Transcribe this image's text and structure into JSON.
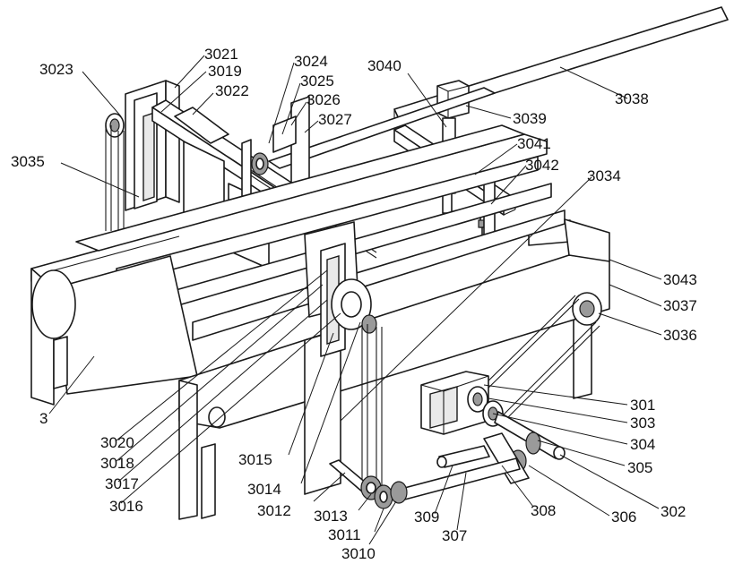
{
  "labels": [
    {
      "id": "3023",
      "text": "3023"
    },
    {
      "id": "3021",
      "text": "3021"
    },
    {
      "id": "3019",
      "text": "3019"
    },
    {
      "id": "3022",
      "text": "3022"
    },
    {
      "id": "3024",
      "text": "3024"
    },
    {
      "id": "3025",
      "text": "3025"
    },
    {
      "id": "3026",
      "text": "3026"
    },
    {
      "id": "3027",
      "text": "3027"
    },
    {
      "id": "3040",
      "text": "3040"
    },
    {
      "id": "3038",
      "text": "3038"
    },
    {
      "id": "3039",
      "text": "3039"
    },
    {
      "id": "3041",
      "text": "3041"
    },
    {
      "id": "3042",
      "text": "3042"
    },
    {
      "id": "3034",
      "text": "3034"
    },
    {
      "id": "3035",
      "text": "3035"
    },
    {
      "id": "3043",
      "text": "3043"
    },
    {
      "id": "3037",
      "text": "3037"
    },
    {
      "id": "3036",
      "text": "3036"
    },
    {
      "id": "301",
      "text": "301"
    },
    {
      "id": "303",
      "text": "303"
    },
    {
      "id": "304",
      "text": "304"
    },
    {
      "id": "305",
      "text": "305"
    },
    {
      "id": "302",
      "text": "302"
    },
    {
      "id": "306",
      "text": "306"
    },
    {
      "id": "308",
      "text": "308"
    },
    {
      "id": "307",
      "text": "307"
    },
    {
      "id": "309",
      "text": "309"
    },
    {
      "id": "3",
      "text": "3"
    },
    {
      "id": "3020",
      "text": "3020"
    },
    {
      "id": "3018",
      "text": "3018"
    },
    {
      "id": "3017",
      "text": "3017"
    },
    {
      "id": "3016",
      "text": "3016"
    },
    {
      "id": "3015",
      "text": "3015"
    },
    {
      "id": "3014",
      "text": "3014"
    },
    {
      "id": "3012",
      "text": "3012"
    },
    {
      "id": "3013",
      "text": "3013"
    },
    {
      "id": "3011",
      "text": "3011"
    },
    {
      "id": "3010",
      "text": "3010"
    }
  ]
}
